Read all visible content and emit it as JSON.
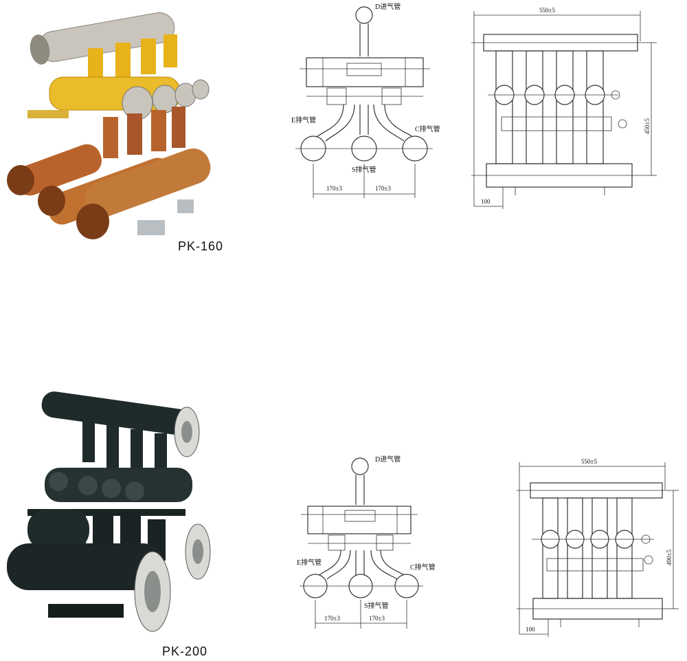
{
  "colors": {
    "pk160_main": "#e7b21a",
    "pk160_copper": "#b8632b",
    "pk160_header": "#c9c5bd",
    "pk200_body": "#1f2a2a",
    "pk200_flange": "#d9dad6"
  },
  "rows": [
    {
      "model": "PK-160",
      "front_view": {
        "inlet_label": "D进气管",
        "left_exhaust_label": "E排气管",
        "right_exhaust_label": "C排气管",
        "middle_exhaust_label": "S排气管",
        "spacing_left": "170±3",
        "spacing_right": "170±3"
      },
      "side_view": {
        "width_dim": "550±5",
        "height_dim": "450±5",
        "offset_dim": "100"
      }
    },
    {
      "model": "PK-200",
      "front_view": {
        "inlet_label": "D进气管",
        "left_exhaust_label": "E排气管",
        "right_exhaust_label": "C排气管",
        "middle_exhaust_label": "S排气管",
        "spacing_left": "170±3",
        "spacing_right": "170±3"
      },
      "side_view": {
        "width_dim": "550±5",
        "height_dim": "490±5",
        "offset_dim": "100"
      }
    }
  ]
}
